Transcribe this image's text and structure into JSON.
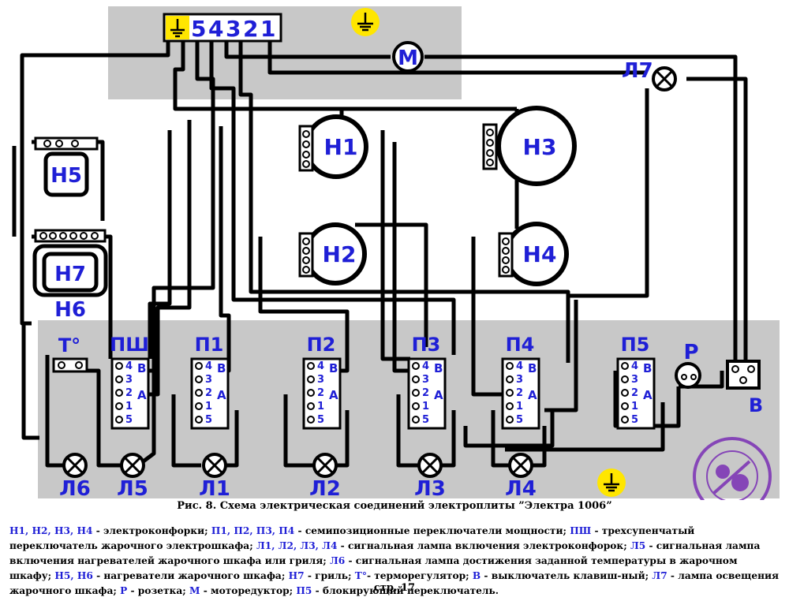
{
  "terminal_block": {
    "ground": "⏚",
    "pins": [
      "5",
      "4",
      "3",
      "2",
      "1"
    ]
  },
  "components": {
    "motor": "M",
    "lamp_L7": "Л7",
    "burner_H1": "Н1",
    "burner_H2": "Н2",
    "burner_H3": "Н3",
    "burner_H4": "Н4",
    "heater_H5": "Н5",
    "grill_H7": "Н7",
    "heater_H6": "Н6",
    "thermostat": "Т°",
    "socket": "Р",
    "switch_B": "В"
  },
  "switches": [
    {
      "name": "ПШ"
    },
    {
      "name": "П1"
    },
    {
      "name": "П2"
    },
    {
      "name": "П3"
    },
    {
      "name": "П4"
    },
    {
      "name": "П5"
    }
  ],
  "switch_pins": {
    "n4": "4",
    "n3": "3",
    "n2": "2",
    "n1": "1",
    "n5": "5",
    "b": "В",
    "a": "А"
  },
  "lamps": [
    "Л6",
    "Л5",
    "Л1",
    "Л2",
    "Л3",
    "Л4"
  ],
  "caption": "Рис. 8. Схема электрическая соединений электроплиты ”Электра 1006”",
  "legend": [
    {
      "k": "Н1, Н2, Н3, Н4",
      "t": " - электроконфорки; "
    },
    {
      "k": "П1, П2, П3, П4",
      "t": " - семипозиционные переключатели мощности; "
    },
    {
      "k": "ПШ",
      "t": " - трехсупенчатый переключатель жарочного электрошкафа; "
    },
    {
      "k": "Л1, Л2, Л3, Л4",
      "t": " - сигнальная лампа включения электроконфорок; "
    },
    {
      "k": "Л5",
      "t": " - сигнальная лампа включения нагревателей жарочного шкафа или гриля; "
    },
    {
      "k": "Л6",
      "t": " - сигнальная лампа достижения заданной температуры в жарочном шкафу; "
    },
    {
      "k": "Н5, Н6",
      "t": " - нагреватели жарочного шкафа; "
    },
    {
      "k": "Н7",
      "t": " - гриль; "
    },
    {
      "k": "Т°",
      "t": "- терморегулятор; "
    },
    {
      "k": "В",
      "t": " - выключатель клавиш-ный; "
    },
    {
      "k": "Л7",
      "t": " - лампа освещения жарочного шкафа; "
    },
    {
      "k": "Р",
      "t": " - розетка; "
    },
    {
      "k": "М",
      "t": " - моторедуктор; "
    },
    {
      "k": "П5",
      "t": " - блокирующий переключатель."
    }
  ],
  "page_number": "стр. 17",
  "colors": {
    "panel": "#c8c8c8",
    "label": "#1f1fd6",
    "ground_block": "#ffe600",
    "watermark": "#7a2fb5"
  }
}
